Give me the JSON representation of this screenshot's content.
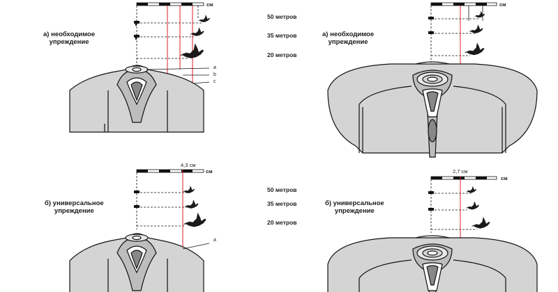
{
  "panels": {
    "top_left": {
      "caption_line1": "а) необходимое",
      "caption_line2": "упреждение",
      "scale_unit": "см"
    },
    "top_right": {
      "caption_line1": "а) необходимое",
      "caption_line2": "упреждение",
      "scale_unit": "см"
    },
    "bottom_left": {
      "caption_line1": "б) универсальное",
      "caption_line2": "упреждение",
      "scale_unit": "см",
      "measurement": "4,3 см"
    },
    "bottom_right": {
      "caption_line1": "б) универсальное",
      "caption_line2": "упреждение",
      "scale_unit": "см",
      "measurement": "2,7 см"
    }
  },
  "distances_top": [
    "50 метров",
    "35 метров",
    "20 метров"
  ],
  "distances_bottom": [
    "50 метров",
    "35 метров",
    "20 метров"
  ],
  "sight_lines": {
    "a": "a",
    "b": "b",
    "c": "c"
  },
  "sight_line_bottom": "a",
  "colors": {
    "stock_fill": "#d4d4d4",
    "outline": "#111111",
    "red_line": "#d9202a",
    "bird": "#1a1a1a"
  },
  "icons": [
    "duck-silhouette",
    "gun-barrel",
    "scale-ruler"
  ]
}
